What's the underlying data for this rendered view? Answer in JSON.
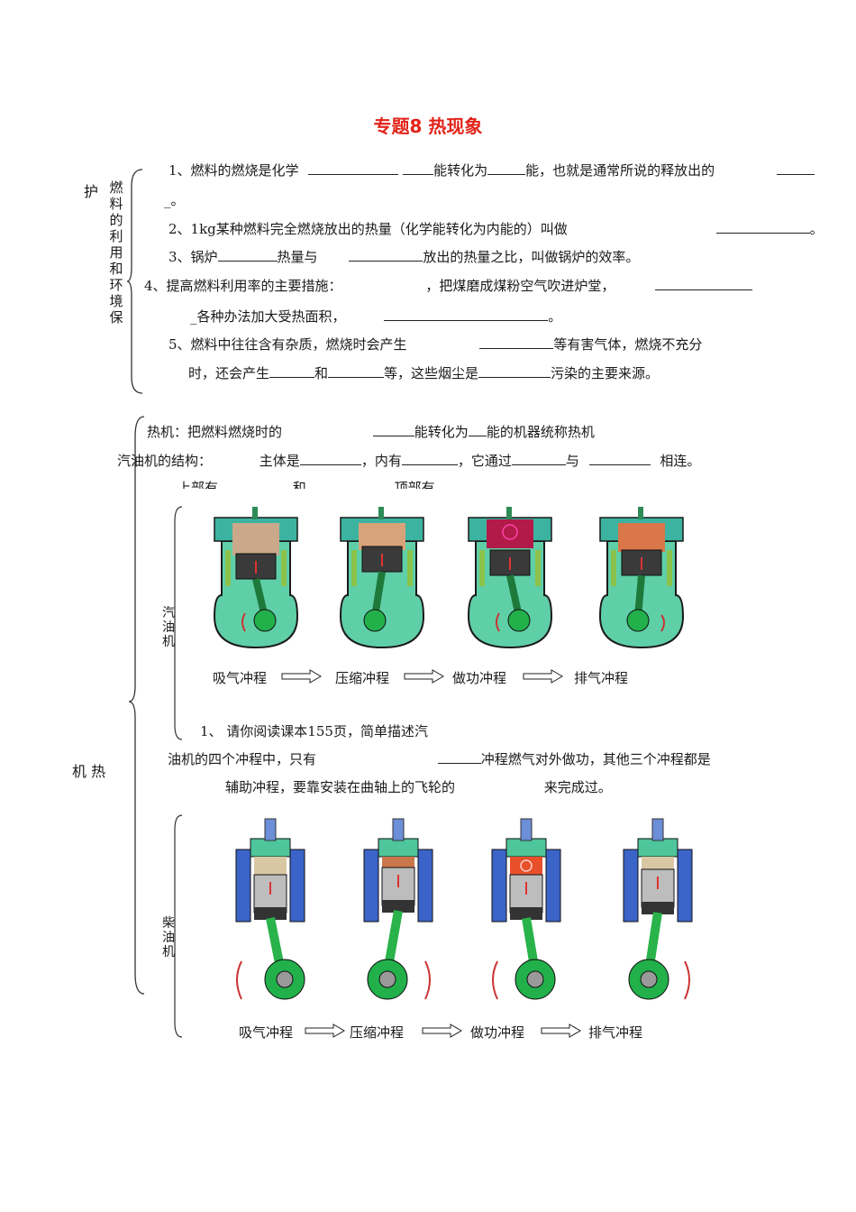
{
  "doc": {
    "title": "专题8 热现象"
  },
  "section1": {
    "side_label": "护",
    "vertical_label": "燃料的利用和环境保",
    "lines": [
      "1、燃料的燃烧是化学",
      "能转化为",
      "能，也就是通常所说的释放出的",
      "_。",
      "2、1kg某种燃料完全燃烧放出的热量（化学能转化为内能的）叫做",
      "。",
      "3、锅炉",
      "热量与",
      "放出的热量之比，叫做锅炉的效率。",
      "4、提高燃料利用率的主要措施：",
      "，把煤磨成煤粉空气吹进炉堂，",
      "_各种办法加大受热面积，",
      "。",
      "5、燃料中往往含有杂质，燃烧时会产生",
      "等有害气体，燃烧不充分",
      "时，还会产生",
      "和",
      "等，这些烟尘是",
      "污染的主要来源。"
    ]
  },
  "section2": {
    "side_label": "机 热",
    "lines": [
      "热机：把燃料燃烧时的",
      "能转化为",
      "能的机器统称热机",
      "汽油机的结构：",
      "主体是",
      "，内有",
      "，它通过",
      "与",
      "相连。",
      "上部有",
      "和",
      "，顶部有",
      "。"
    ],
    "gasoline_label": "汽油机",
    "gasoline_strokes": [
      "吸气冲程",
      "压缩冲程",
      "做功冲程",
      "排气冲程"
    ],
    "question": [
      "1、 请你阅读课本155页，简单描述汽",
      "油机的四个冲程中，只有",
      "冲程燃气对外做功，其他三个冲程都是",
      "辅助冲程，要靠安装在曲轴上的飞轮的",
      "来完成过。"
    ],
    "diesel_label": "柴油机",
    "diesel_strokes": [
      "吸气冲程",
      "压缩冲程",
      "做功冲程",
      "排气冲程"
    ]
  }
}
